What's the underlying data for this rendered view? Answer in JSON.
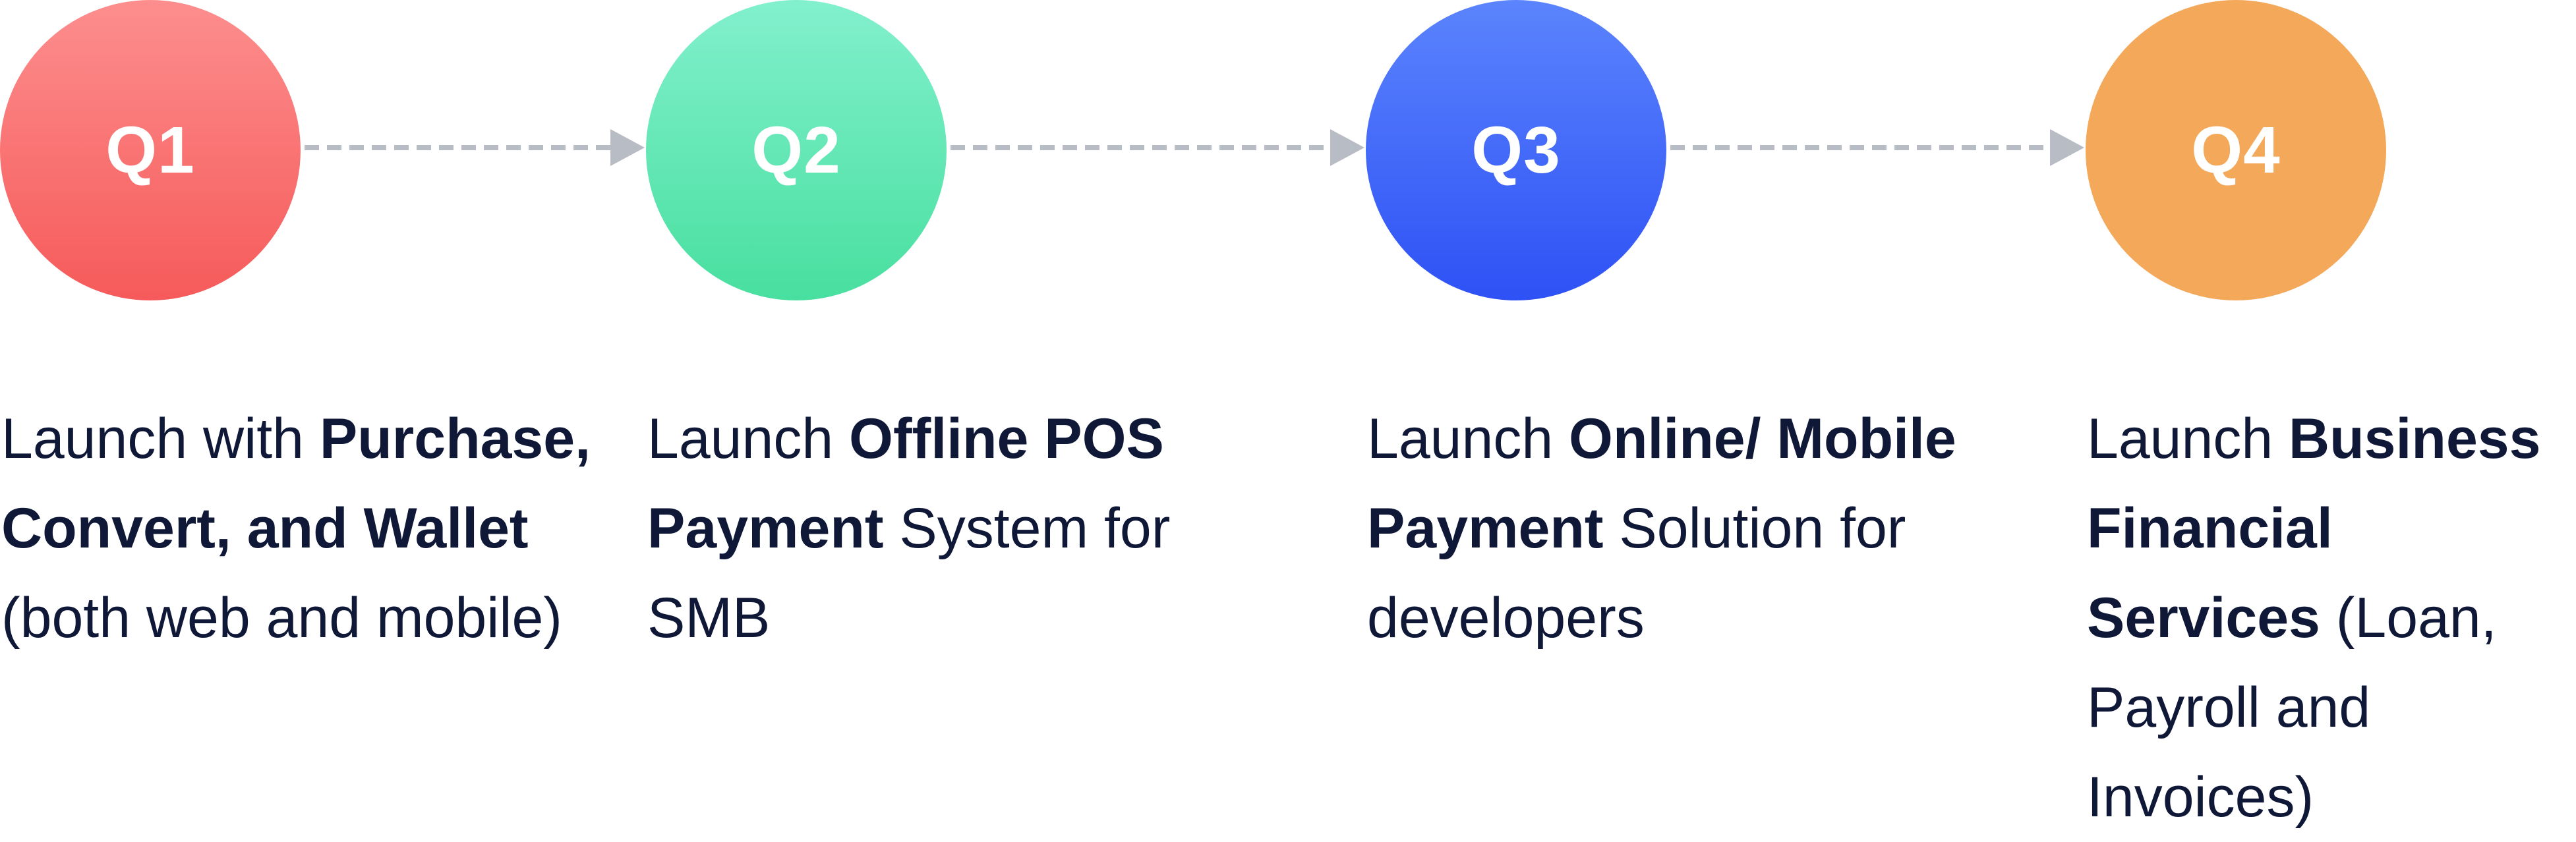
{
  "colors": {
    "q1": "#f76a6a",
    "q2": "#5ce6b3",
    "q3": "#3d63f8",
    "q4": "#f4a85a",
    "text": "#101838",
    "arrow": "#b8bcc4"
  },
  "steps": [
    {
      "label": "Q1",
      "segments": [
        {
          "text": "Launch with ",
          "bold": false
        },
        {
          "text": "Purchase, Convert, and Wallet",
          "bold": true
        },
        {
          "text": " (both web and mobile)",
          "bold": false
        }
      ]
    },
    {
      "label": "Q2",
      "segments": [
        {
          "text": "Launch ",
          "bold": false
        },
        {
          "text": "Offline POS Payment",
          "bold": true
        },
        {
          "text": " System for SMB",
          "bold": false
        }
      ]
    },
    {
      "label": "Q3",
      "segments": [
        {
          "text": "Launch ",
          "bold": false
        },
        {
          "text": "Online/ Mobile Payment",
          "bold": true
        },
        {
          "text": " Solution for developers",
          "bold": false
        }
      ]
    },
    {
      "label": "Q4",
      "segments": [
        {
          "text": "Launch ",
          "bold": false
        },
        {
          "text": "Business Financial Services",
          "bold": true
        },
        {
          "text": " (Loan, Payroll and Invoices)",
          "bold": false
        }
      ]
    }
  ]
}
